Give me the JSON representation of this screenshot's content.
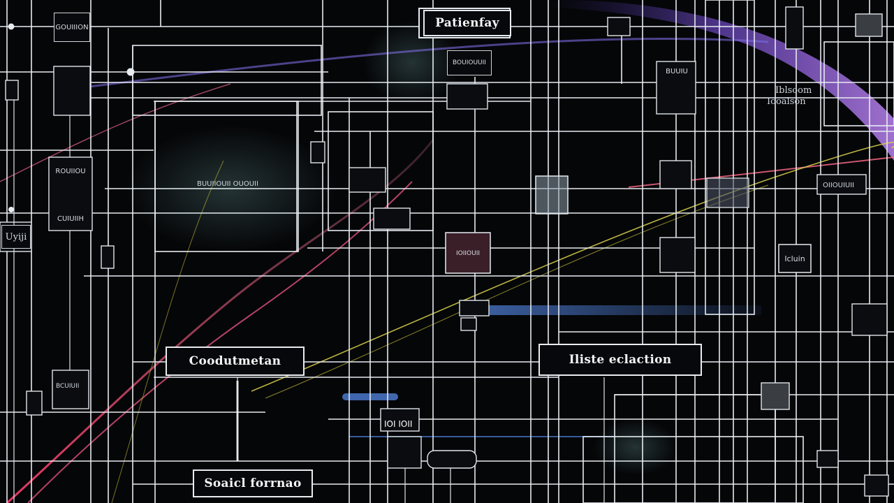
{
  "labels": {
    "top": "Patienfay",
    "middle_left": "Coodutmetan",
    "middle_right": "Iliste eclaction",
    "bottom": "Soaicl forrnao"
  },
  "small_labels": {
    "top_left_box": "GOUIIION",
    "left_box_upper": "ROUIIOU",
    "left_box_lower": "CUIUIIH",
    "left_edge": "Uyiji",
    "top_center_box": "BOUIOUUII",
    "top_right_box": "BUUIU",
    "right_text_1": "Iblsoom",
    "right_text_2": "Iooalson",
    "right_box": "Icluin",
    "center_box": "IOIIOUII",
    "mid_left_text": "BUUIIOUII OUOUII",
    "bottom_left_small": "BCUIUII",
    "bottom_center_digits": "IOI IOII",
    "right_row_text": "OIIOUIUII"
  },
  "colors": {
    "background": "#050608",
    "line": "#e8ecf0",
    "accent_purple": "#8b5cf6",
    "accent_pink": "#ff5c8a",
    "accent_yellow": "#d9d24a",
    "accent_blue": "#4f7fd8"
  }
}
